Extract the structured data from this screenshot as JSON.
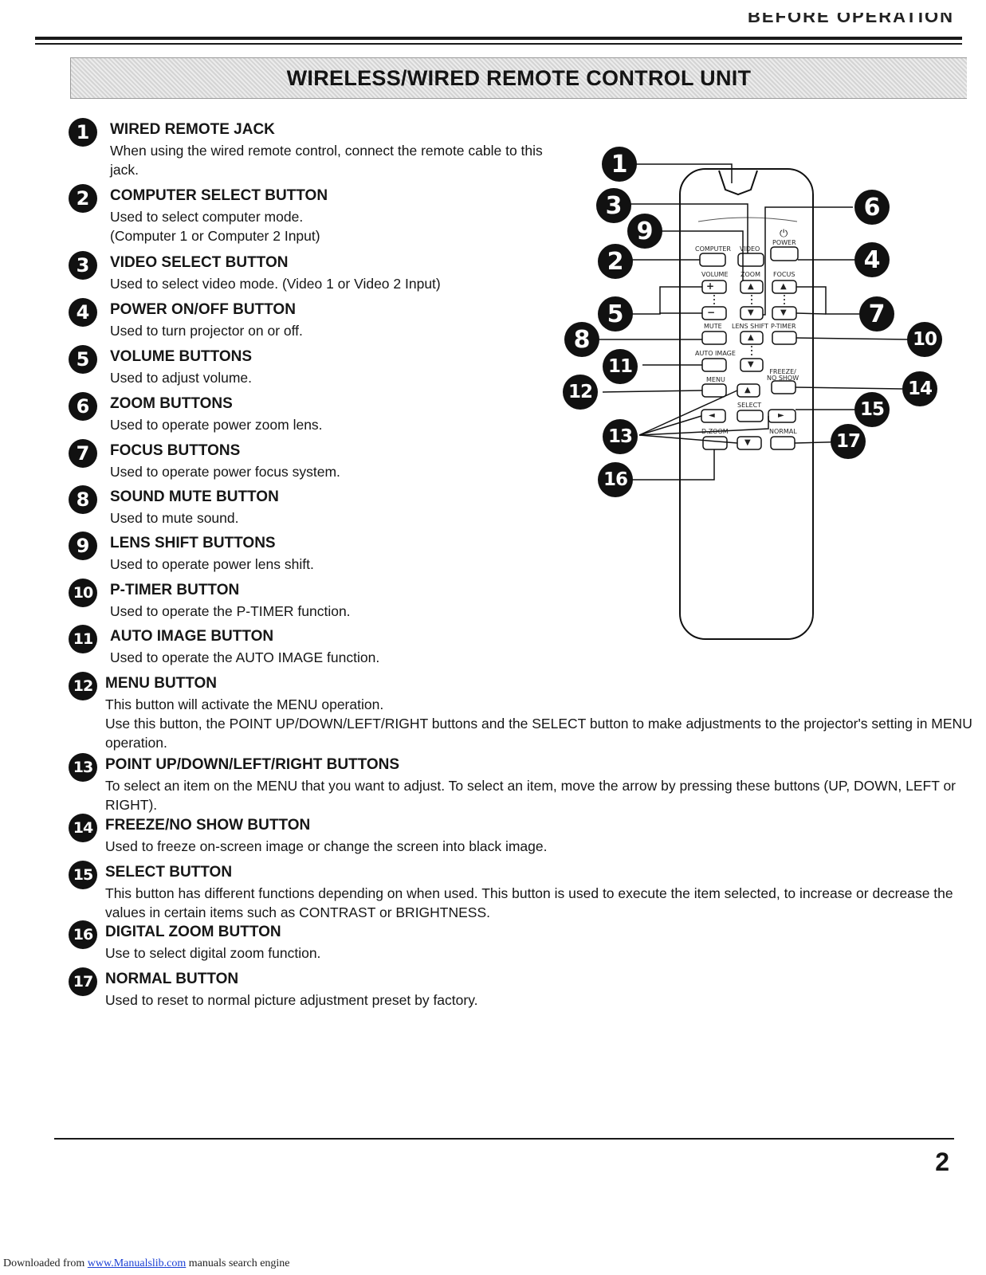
{
  "header": {
    "section_title": "BEFORE OPERATION"
  },
  "title": "WIRELESS/WIRED REMOTE CONTROL UNIT",
  "items": [
    {
      "num": "1",
      "title": "WIRED REMOTE JACK",
      "desc": "When using the wired remote control, connect the remote cable to this jack."
    },
    {
      "num": "2",
      "title": "COMPUTER SELECT BUTTON",
      "desc": "Used to select computer mode.\n(Computer 1 or Computer 2 Input)"
    },
    {
      "num": "3",
      "title": "VIDEO SELECT BUTTON",
      "desc": "Used to select video mode. (Video 1 or Video 2 Input)"
    },
    {
      "num": "4",
      "title": "POWER ON/OFF BUTTON",
      "desc": "Used to turn projector on or off."
    },
    {
      "num": "5",
      "title": "VOLUME BUTTONS",
      "desc": "Used to adjust volume."
    },
    {
      "num": "6",
      "title": "ZOOM BUTTONS",
      "desc": "Used to operate power zoom lens."
    },
    {
      "num": "7",
      "title": "FOCUS BUTTONS",
      "desc": "Used to operate power focus system."
    },
    {
      "num": "8",
      "title": "SOUND MUTE BUTTON",
      "desc": "Used to mute sound."
    },
    {
      "num": "9",
      "title": "LENS SHIFT BUTTONS",
      "desc": "Used to operate power lens shift."
    },
    {
      "num": "10",
      "title": "P-TIMER BUTTON",
      "desc": "Used to operate the P-TIMER function."
    },
    {
      "num": "11",
      "title": "AUTO IMAGE BUTTON",
      "desc": "Used to operate the AUTO IMAGE function."
    },
    {
      "num": "12",
      "title": "MENU BUTTON",
      "desc": "This button will activate the MENU operation.\nUse this button, the POINT UP/DOWN/LEFT/RIGHT buttons and the SELECT button to make adjustments to the projector's setting in MENU operation."
    },
    {
      "num": "13",
      "title": "POINT UP/DOWN/LEFT/RIGHT BUTTONS",
      "desc": "To select an item on the MENU that you want to adjust. To select an item, move the arrow by pressing these buttons (UP, DOWN, LEFT or RIGHT)."
    },
    {
      "num": "14",
      "title": "FREEZE/NO SHOW BUTTON",
      "desc": "Used to freeze on-screen image or change the screen into black image."
    },
    {
      "num": "15",
      "title": "SELECT BUTTON",
      "desc": "This button has different functions depending on when used. This button is used to execute the item selected, to increase or decrease the values in certain items such as CONTRAST or BRIGHTNESS."
    },
    {
      "num": "16",
      "title": "DIGITAL ZOOM BUTTON",
      "desc": "Use to select digital zoom function."
    },
    {
      "num": "17",
      "title": "NORMAL BUTTON",
      "desc": "Used to reset to normal picture adjustment preset by factory."
    }
  ],
  "remote_labels": {
    "computer": "COMPUTER",
    "video": "VIDEO",
    "power": "POWER",
    "volume": "VOLUME",
    "zoom": "ZOOM",
    "focus": "FOCUS",
    "mute": "MUTE",
    "lens_shift": "LENS SHIFT",
    "p_timer": "P-TIMER",
    "auto_image": "AUTO IMAGE",
    "menu": "MENU",
    "freeze": "FREEZE/\nNO SHOW",
    "select": "SELECT",
    "d_zoom": "D.ZOOM",
    "normal": "NORMAL",
    "plus": "+",
    "minus": "−",
    "up": "▲",
    "down": "▼",
    "left": "◄",
    "right": "►",
    "power_symbol": "⏻"
  },
  "page_number": "2",
  "footer": {
    "prefix": "Downloaded from ",
    "link": "www.Manualslib.com",
    "suffix": " manuals search engine"
  }
}
